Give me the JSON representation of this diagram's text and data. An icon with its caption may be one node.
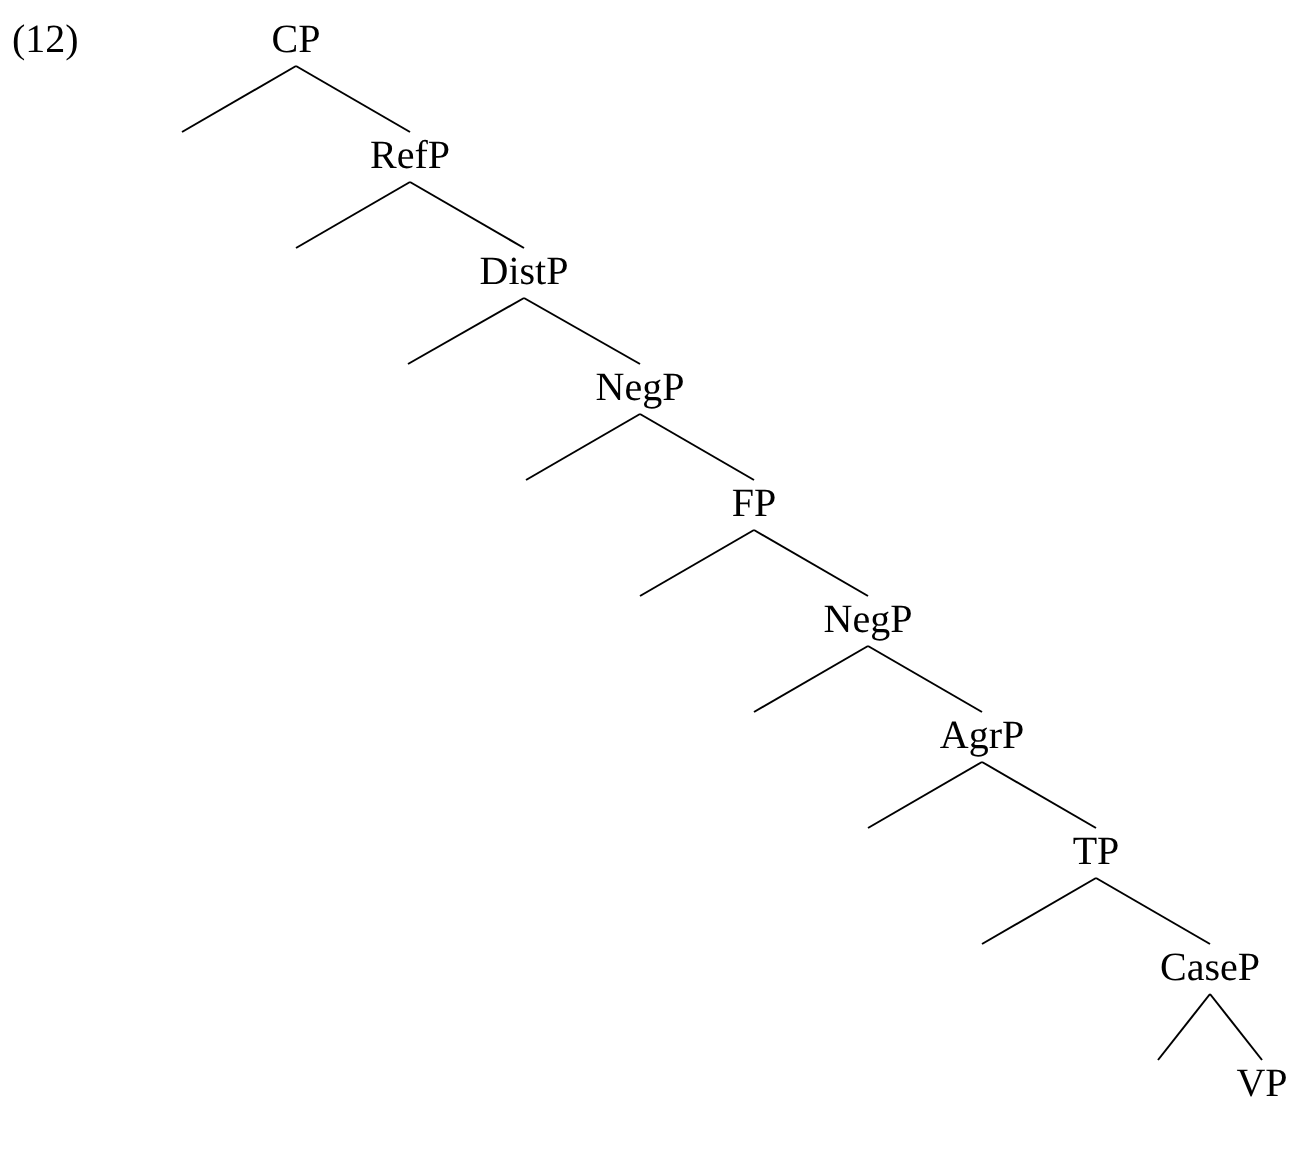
{
  "diagram": {
    "nodes": [
      {
        "text": [
          "CP"
        ]
      },
      {
        "text": [
          "RefP"
        ]
      },
      {
        "text": [
          "DistP"
        ]
      },
      {
        "text": [
          "NegP"
        ]
      },
      {
        "text": [
          "FP"
        ]
      },
      {
        "text": [
          "NegP"
        ]
      },
      {
        "text": [
          "AgrP"
        ]
      },
      {
        "text": [
          "TP"
        ]
      },
      {
        "text": [
          "CaseP"
        ]
      },
      {
        "text": [
          "VP"
        ]
      }
    ],
    "edges": [
      {
        "from": 0,
        "to": null,
        "arrow": "none"
      },
      {
        "from": 0,
        "to": 1,
        "arrow": "none"
      },
      {
        "from": 1,
        "to": null,
        "arrow": "none"
      },
      {
        "from": 1,
        "to": 2,
        "arrow": "none"
      },
      {
        "from": 2,
        "to": null,
        "arrow": "none"
      },
      {
        "from": 2,
        "to": 3,
        "arrow": "none"
      },
      {
        "from": 3,
        "to": null,
        "arrow": "none"
      },
      {
        "from": 3,
        "to": 4,
        "arrow": "none"
      },
      {
        "from": 4,
        "to": null,
        "arrow": "none"
      },
      {
        "from": 4,
        "to": 5,
        "arrow": "none"
      },
      {
        "from": 5,
        "to": null,
        "arrow": "none"
      },
      {
        "from": 5,
        "to": 6,
        "arrow": "none"
      },
      {
        "from": 6,
        "to": null,
        "arrow": "none"
      },
      {
        "from": 6,
        "to": 7,
        "arrow": "none"
      },
      {
        "from": 7,
        "to": null,
        "arrow": "none"
      },
      {
        "from": 7,
        "to": 8,
        "arrow": "none"
      },
      {
        "from": 8,
        "to": null,
        "arrow": "none"
      },
      {
        "from": 8,
        "to": 9,
        "arrow": "none"
      }
    ],
    "labels": [
      "(12)"
    ]
  }
}
